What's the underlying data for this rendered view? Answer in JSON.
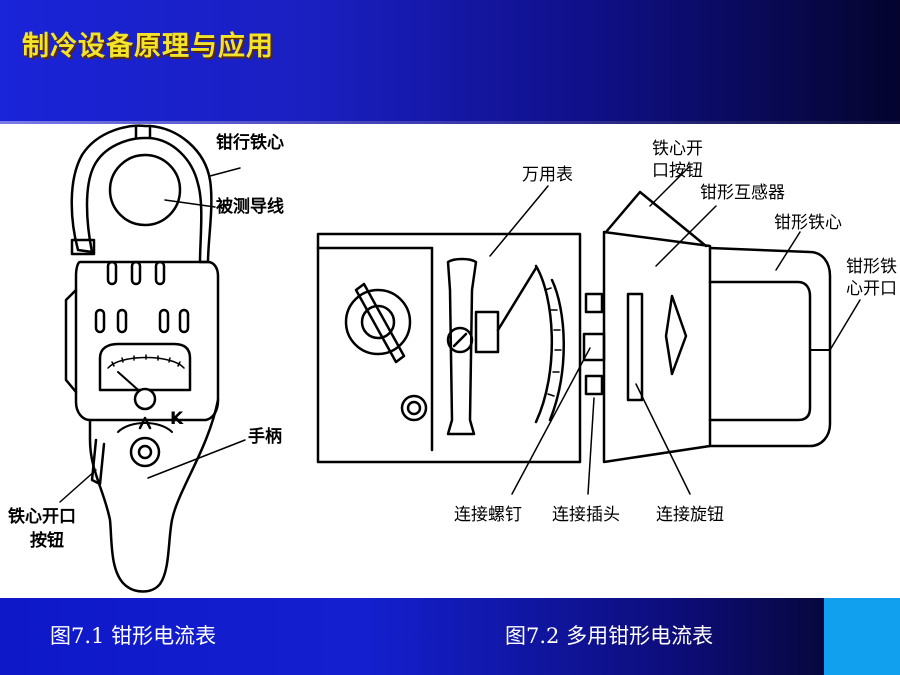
{
  "slide": {
    "title": "制冷设备原理与应用"
  },
  "figure1": {
    "labels": {
      "core": "钳行铁心",
      "wire": "被测导线",
      "k": "K",
      "handle": "手柄",
      "button_line1": "铁心开口",
      "button_line2": "按钮"
    },
    "caption": "图7.1  钳形电流表"
  },
  "figure2": {
    "labels": {
      "multimeter": "万用表",
      "button_line1": "铁心开",
      "button_line2": "口按钮",
      "transformer": "钳形互感器",
      "core": "钳形铁心",
      "opening_line1": "钳形铁",
      "opening_line2": "心开口",
      "screw": "连接螺钉",
      "plug": "连接插头",
      "knob": "连接旋钮"
    },
    "caption": "图7.2  多用钳形电流表"
  },
  "colors": {
    "title": "#f2e42a",
    "header_blue": "#1a24d8",
    "footer_accent": "#10a0ee"
  }
}
